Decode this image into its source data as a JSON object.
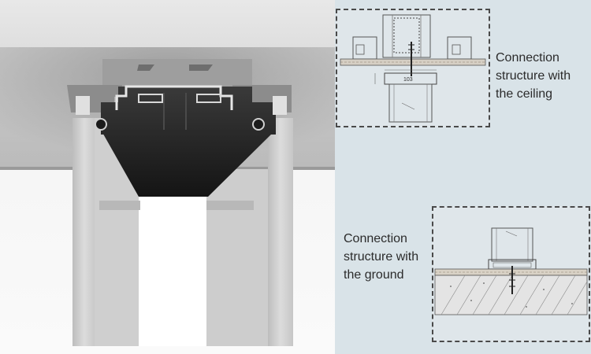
{
  "captions": {
    "ceiling": [
      "Connection",
      "structure with",
      "the ceiling"
    ],
    "ground": [
      "Connection",
      "structure with",
      "the ground"
    ]
  },
  "drawings": {
    "ceiling_label": "103"
  },
  "colors": {
    "panel_background": "#d9e3e8",
    "frame_border": "#4a4a4a",
    "aluminum_dark": "#2c2c2c",
    "ceiling_grey": "#a9a9a9"
  },
  "icons": [
    "screw-icon"
  ]
}
